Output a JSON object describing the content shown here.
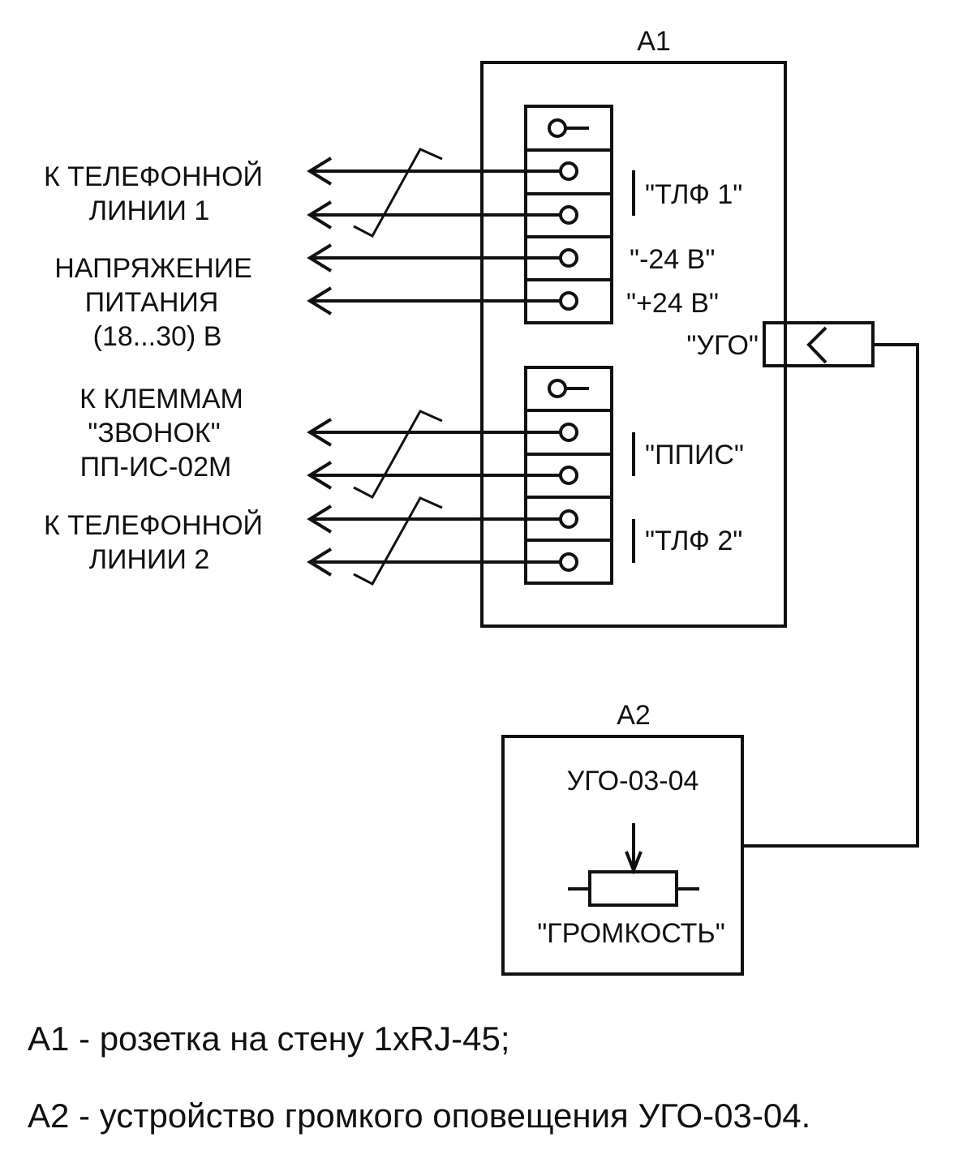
{
  "block_a1": {
    "designator": "A1",
    "terminal_block_1": {
      "labels": [
        "\"ТЛФ 1\"",
        "\"-24 В\"",
        "\"+24 В\""
      ]
    },
    "terminal_block_2": {
      "labels": [
        "\"ППИС\"",
        "\"ТЛФ 2\""
      ]
    },
    "connector_label": "\"УГО\""
  },
  "block_a2": {
    "designator": "A2",
    "model": "УГО-03-04",
    "control_label": "\"ГРОМКОСТЬ\""
  },
  "external_connections": [
    {
      "lines": [
        "К ТЕЛЕФОННОЙ",
        "ЛИНИИ 1"
      ]
    },
    {
      "lines": [
        "НАПРЯЖЕНИЕ",
        "ПИТАНИЯ",
        "(18...30) В"
      ]
    },
    {
      "lines": [
        "К КЛЕММАМ",
        "\"ЗВОНОК\"",
        "ПП-ИС-02М"
      ]
    },
    {
      "lines": [
        "К ТЕЛЕФОННОЙ",
        "ЛИНИИ 2"
      ]
    }
  ],
  "legend": [
    "А1 - розетка на стену 1xRJ-45;",
    "А2 - устройство громкого оповещения УГО-03-04."
  ]
}
